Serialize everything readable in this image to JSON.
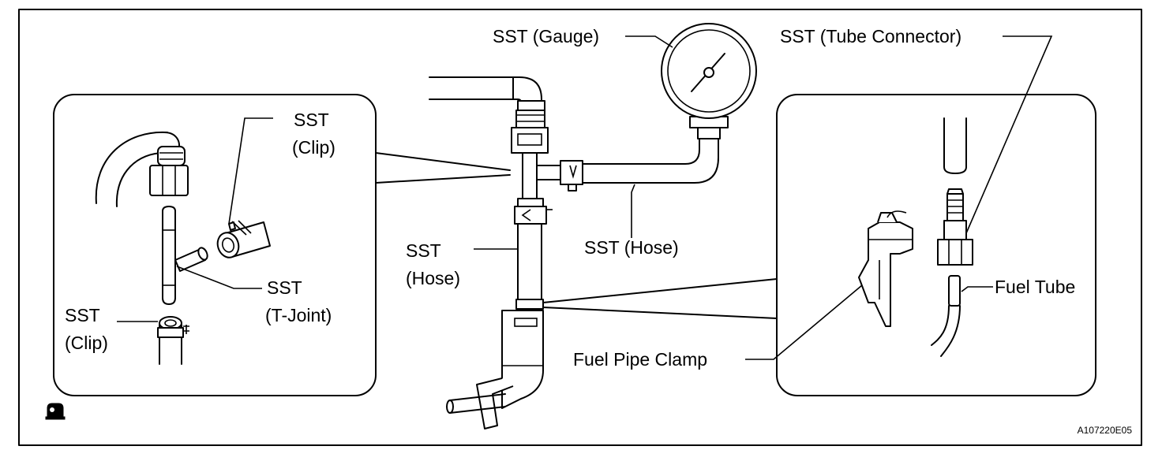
{
  "labels": {
    "gauge": "SST (Gauge)",
    "tube_connector": "SST (Tube Connector)",
    "clip_top_1": "SST",
    "clip_top_2": "(Clip)",
    "tjoint_1": "SST",
    "tjoint_2": "(T-Joint)",
    "clip_bottom_1": "SST",
    "clip_bottom_2": "(Clip)",
    "hose_center_1": "SST",
    "hose_center_2": "(Hose)",
    "hose_right": "SST (Hose)",
    "fuel_tube": "Fuel Tube",
    "fuel_pipe_clamp": "Fuel Pipe Clamp"
  },
  "figure_code": "A107220E05",
  "corner_icon": "manual-symbol-icon"
}
